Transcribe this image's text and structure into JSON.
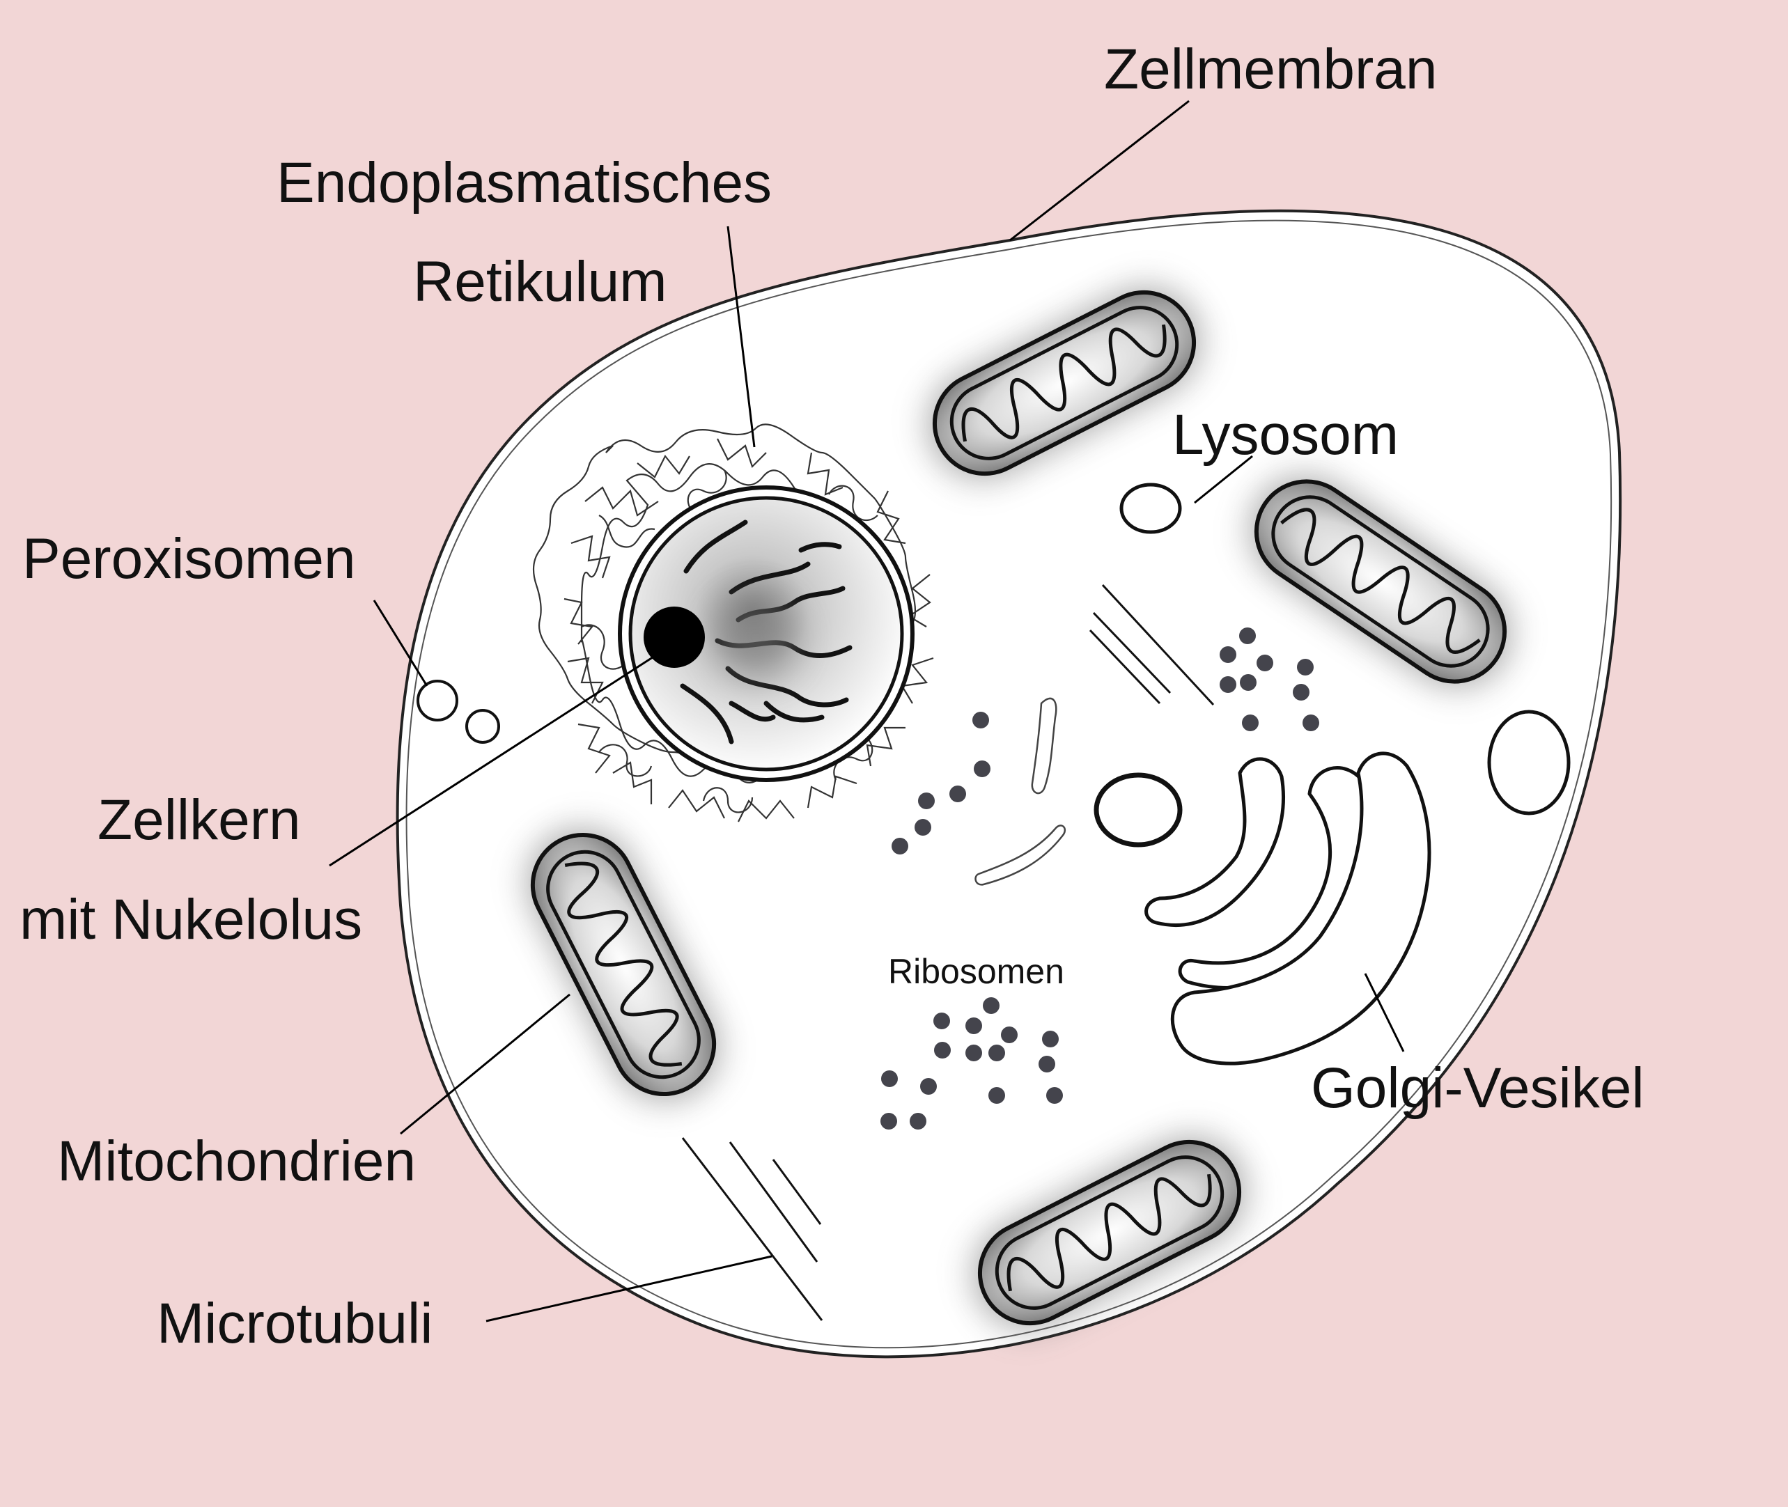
{
  "diagram": {
    "labels": {
      "cell_membrane": "Zellmembran",
      "er_line1": "Endoplasmatisches",
      "er_line2": "Retikulum",
      "lysosome": "Lysosom",
      "peroxisomes": "Peroxisomen",
      "nucleus_line1": "Zellkern",
      "nucleus_line2": "mit Nukelolus",
      "ribosomes": "Ribosomen",
      "golgi": "Golgi-Vesikel",
      "mitochondria": "Mitochondrien",
      "microtubules": "Microtubuli"
    },
    "colors": {
      "background": "#f2d6d6",
      "cell_fill": "#ffffff",
      "outline": "#111111",
      "ribosome_dots": "#44444c",
      "organelle_shading": "#555555"
    }
  }
}
